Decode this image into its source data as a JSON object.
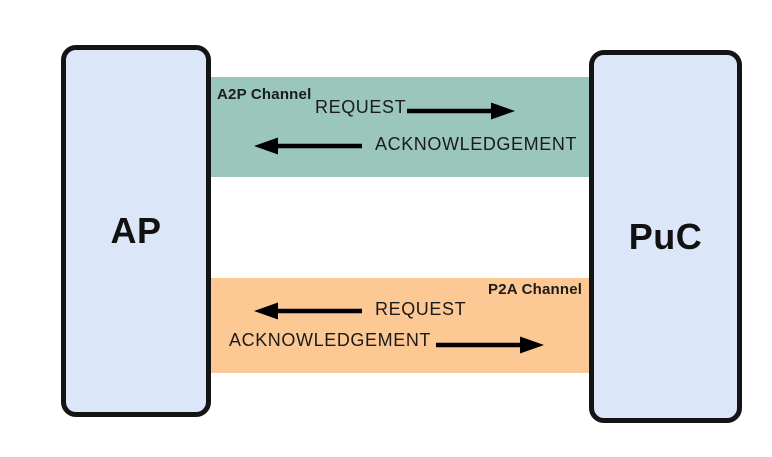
{
  "nodes": {
    "ap": {
      "label": "AP"
    },
    "puc": {
      "label": "PuC"
    }
  },
  "channels": {
    "a2p": {
      "name": "A2P Channel",
      "color": "#9bc6bb",
      "messages": {
        "request": "REQUEST",
        "ack": "ACKNOWLEDGEMENT"
      },
      "request_direction": "right",
      "ack_direction": "left"
    },
    "p2a": {
      "name": "P2A Channel",
      "color": "#fcc893",
      "messages": {
        "request": "REQUEST",
        "ack": "ACKNOWLEDGEMENT"
      },
      "request_direction": "left",
      "ack_direction": "right"
    }
  },
  "colors": {
    "node_fill": "#dbe7f8",
    "node_border": "#141414",
    "arrow": "#000000",
    "background": "#ffffff"
  }
}
